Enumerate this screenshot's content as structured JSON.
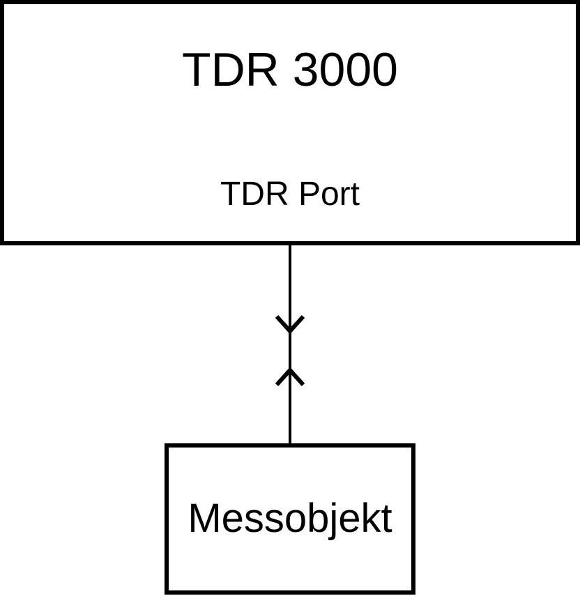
{
  "diagram": {
    "background_color": "#ffffff",
    "line_color": "#000000",
    "device_box": {
      "title": "TDR 3000",
      "port_label": "TDR Port"
    },
    "connector": {
      "type": "vertical-line",
      "icons": [
        "chevron-down-icon",
        "chevron-up-icon"
      ]
    },
    "target_box": {
      "label": "Messobjekt"
    }
  }
}
